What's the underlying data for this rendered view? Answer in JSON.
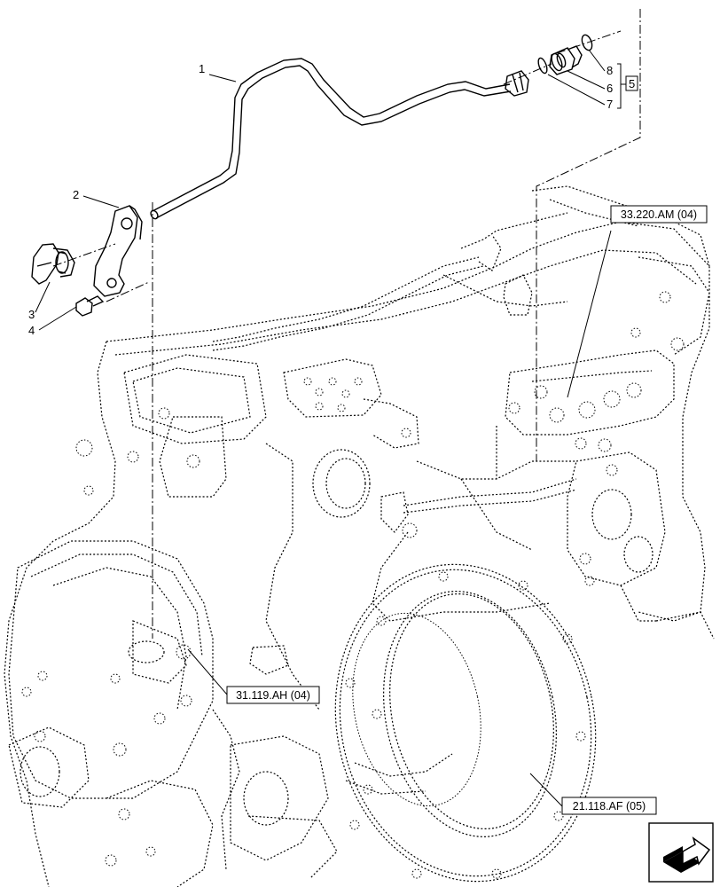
{
  "callouts": {
    "c1": "1",
    "c2": "2",
    "c3": "3",
    "c4": "4",
    "c5": "5",
    "c6": "6",
    "c7": "7",
    "c8": "8"
  },
  "references": {
    "ref_top": "33.220.AM (04)",
    "ref_mid": "31.119.AH (04)",
    "ref_bottom": "21.118.AF (05)"
  },
  "nav_icon": "next-page-arrow-icon"
}
